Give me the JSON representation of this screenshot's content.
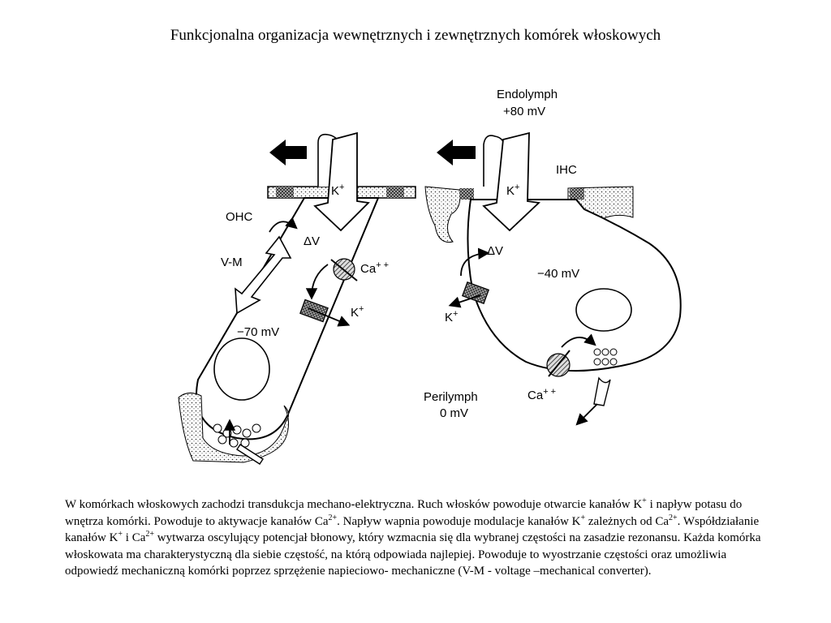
{
  "title": "Funkcjonalna organizacja wewnętrznych i zewnętrznych komórek włoskowych",
  "labels": {
    "endolymph": "Endolymph",
    "endolymph_potential": "+80 mV",
    "ihc": "IHC",
    "ohc": "OHC",
    "k_plus": "K",
    "k_sup": "+",
    "delta_v": "ΔV",
    "vm": "V-M",
    "ca": "Ca",
    "ca_sup": "+ +",
    "ohc_potential": "−70 mV",
    "ihc_potential": "−40 mV",
    "perilymph": "Perilymph",
    "perilymph_potential": "0 mV"
  },
  "caption": {
    "s1": "W komórkach włoskowych zachodzi transdukcja mechano-elektryczna. Ruch włosków powoduje otwarcie kanałów K",
    "s1_sup": "+",
    "s2": " i napływ potasu do wnętrza komórki. Powoduje to aktywacje kanałów Ca",
    "s2_sup": "2+",
    "s3": ". Napływ wapnia powoduje modulacje kanałów K",
    "s3_sup": "+",
    "s4": " zależnych od Ca",
    "s4_sup": "2+",
    "s5": ". Współdziałanie kanałów K",
    "s5_sup": "+",
    "s6": " i Ca",
    "s6_sup": "2+",
    "s7": " wytwarza oscylujący potencjał błonowy, który wzmacnia się dla wybranej częstości na zasadzie rezonansu. Każda komórka włoskowata ma charakterystyczną dla siebie częstość, na którą odpowiada najlepiej. Powoduje to wyostrzanie częstości oraz umożliwia odpowiedź mechaniczną komórki poprzez sprzężenie napieciowo- mechaniczne (V-M  - voltage –mechanical converter)."
  }
}
